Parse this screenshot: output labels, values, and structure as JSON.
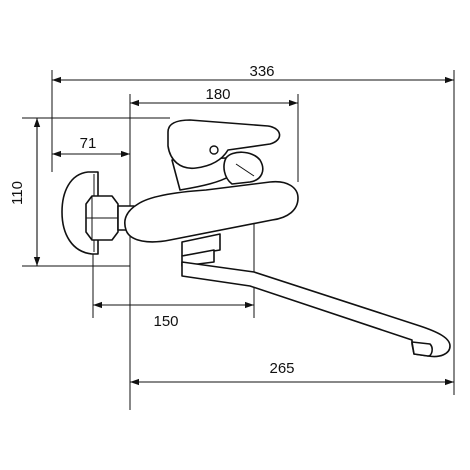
{
  "dimensions": {
    "overall_width": "336",
    "body_width": "180",
    "wall_to_axis": "71",
    "height": "110",
    "inlet_to_spout": "150",
    "spout_reach": "265"
  },
  "colors": {
    "line": "#111111",
    "background": "#ffffff"
  }
}
